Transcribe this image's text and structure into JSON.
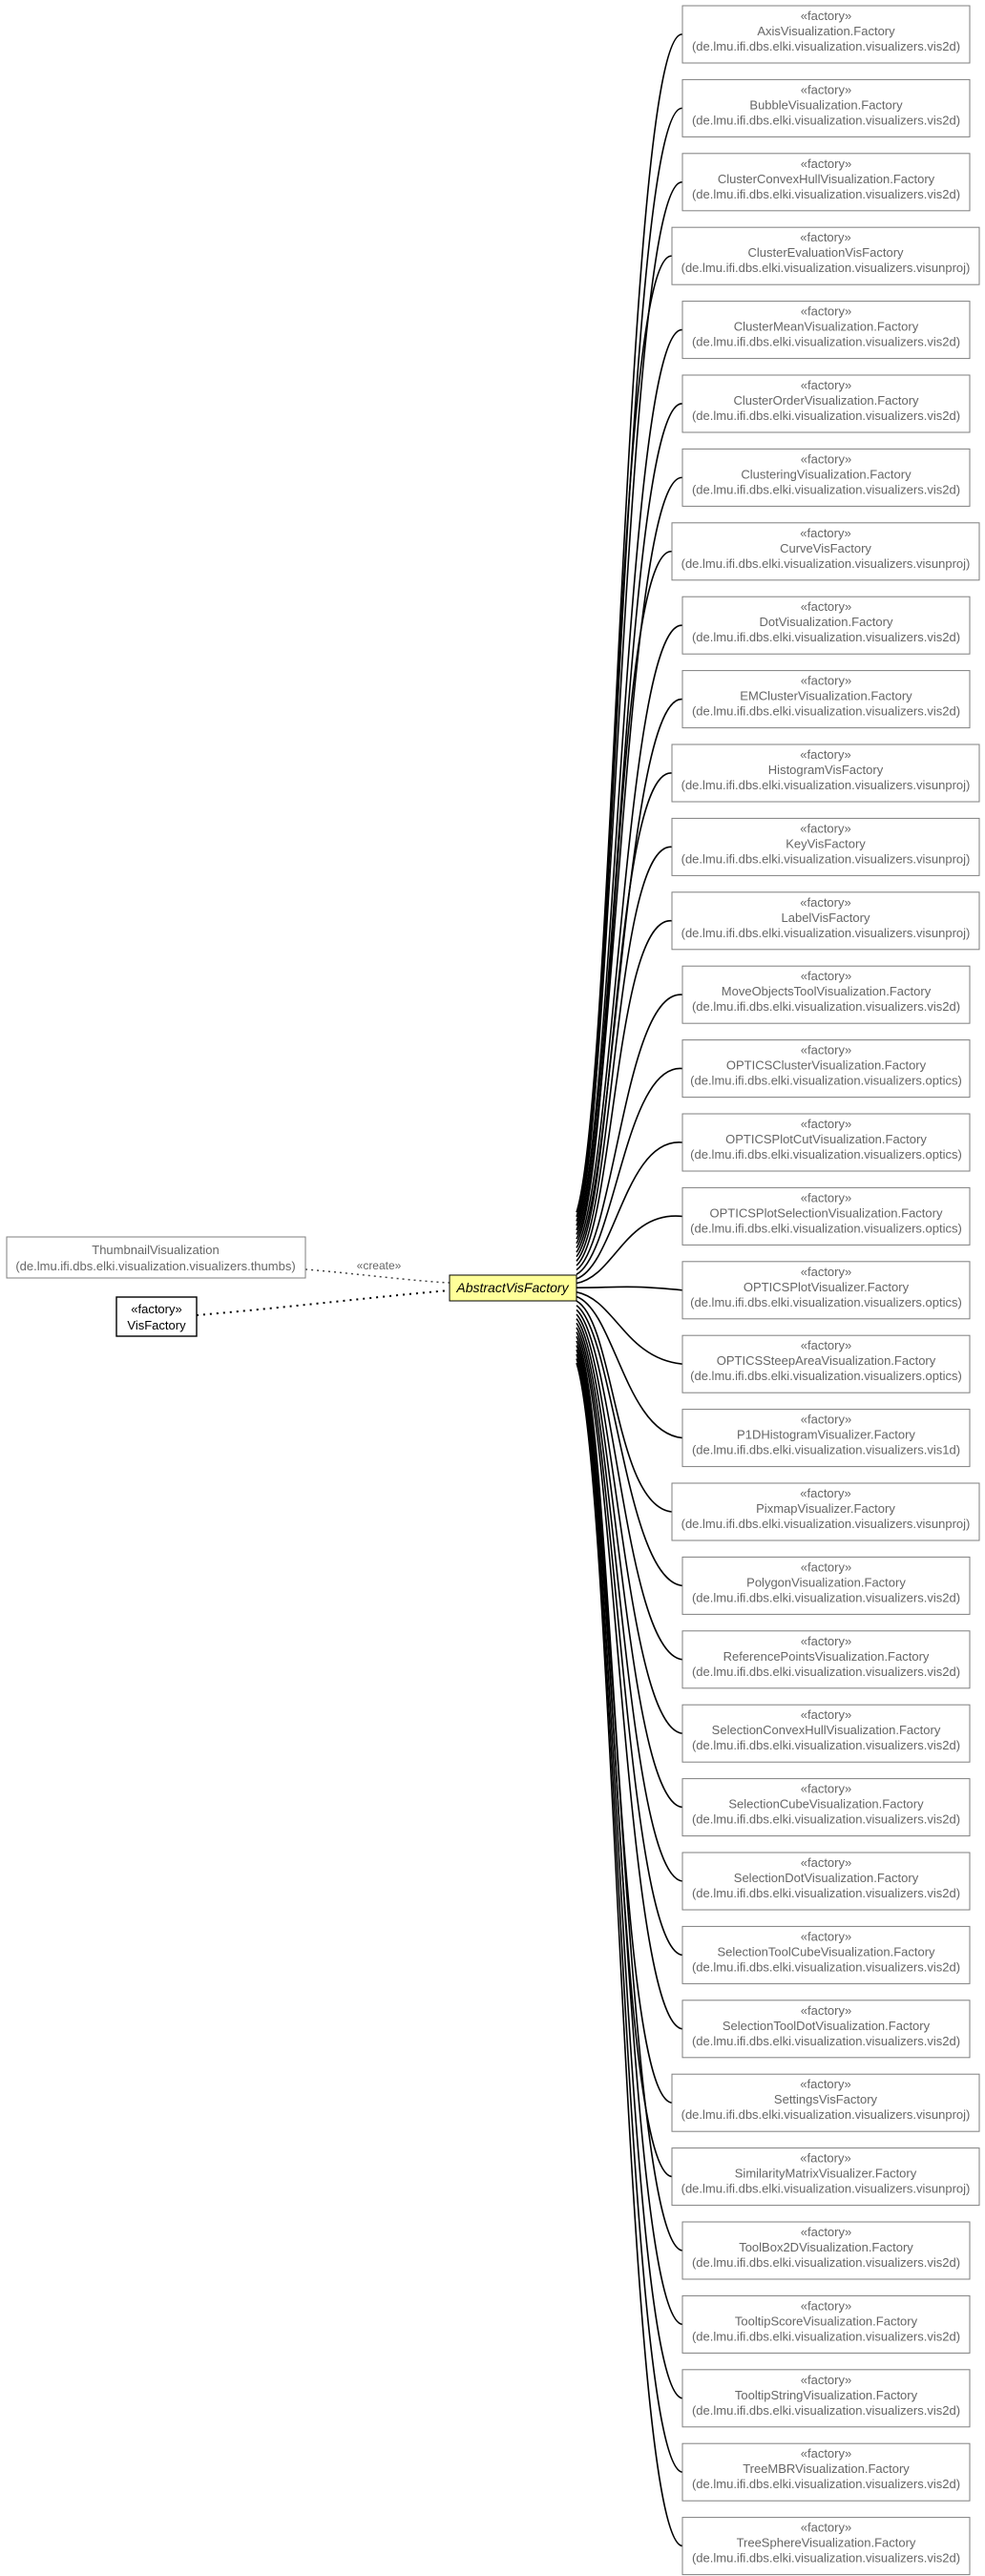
{
  "stereotype": "«factory»",
  "center": {
    "name": "AbstractVisFactory"
  },
  "left_nodes": {
    "thumbnail": {
      "name": "ThumbnailVisualization",
      "package": "(de.lmu.ifi.dbs.elki.visualization.visualizers.thumbs)"
    },
    "visfactory": {
      "stereotype": "«factory»",
      "name": "VisFactory"
    }
  },
  "create_label": "«create»",
  "factories": [
    {
      "name": "AxisVisualization.Factory",
      "package": "(de.lmu.ifi.dbs.elki.visualization.visualizers.vis2d)"
    },
    {
      "name": "BubbleVisualization.Factory",
      "package": "(de.lmu.ifi.dbs.elki.visualization.visualizers.vis2d)"
    },
    {
      "name": "ClusterConvexHullVisualization.Factory",
      "package": "(de.lmu.ifi.dbs.elki.visualization.visualizers.vis2d)"
    },
    {
      "name": "ClusterEvaluationVisFactory",
      "package": "(de.lmu.ifi.dbs.elki.visualization.visualizers.visunproj)"
    },
    {
      "name": "ClusterMeanVisualization.Factory",
      "package": "(de.lmu.ifi.dbs.elki.visualization.visualizers.vis2d)"
    },
    {
      "name": "ClusterOrderVisualization.Factory",
      "package": "(de.lmu.ifi.dbs.elki.visualization.visualizers.vis2d)"
    },
    {
      "name": "ClusteringVisualization.Factory",
      "package": "(de.lmu.ifi.dbs.elki.visualization.visualizers.vis2d)"
    },
    {
      "name": "CurveVisFactory",
      "package": "(de.lmu.ifi.dbs.elki.visualization.visualizers.visunproj)"
    },
    {
      "name": "DotVisualization.Factory",
      "package": "(de.lmu.ifi.dbs.elki.visualization.visualizers.vis2d)"
    },
    {
      "name": "EMClusterVisualization.Factory",
      "package": "(de.lmu.ifi.dbs.elki.visualization.visualizers.vis2d)"
    },
    {
      "name": "HistogramVisFactory",
      "package": "(de.lmu.ifi.dbs.elki.visualization.visualizers.visunproj)"
    },
    {
      "name": "KeyVisFactory",
      "package": "(de.lmu.ifi.dbs.elki.visualization.visualizers.visunproj)"
    },
    {
      "name": "LabelVisFactory",
      "package": "(de.lmu.ifi.dbs.elki.visualization.visualizers.visunproj)"
    },
    {
      "name": "MoveObjectsToolVisualization.Factory",
      "package": "(de.lmu.ifi.dbs.elki.visualization.visualizers.vis2d)"
    },
    {
      "name": "OPTICSClusterVisualization.Factory",
      "package": "(de.lmu.ifi.dbs.elki.visualization.visualizers.optics)"
    },
    {
      "name": "OPTICSPlotCutVisualization.Factory",
      "package": "(de.lmu.ifi.dbs.elki.visualization.visualizers.optics)"
    },
    {
      "name": "OPTICSPlotSelectionVisualization.Factory",
      "package": "(de.lmu.ifi.dbs.elki.visualization.visualizers.optics)"
    },
    {
      "name": "OPTICSPlotVisualizer.Factory",
      "package": "(de.lmu.ifi.dbs.elki.visualization.visualizers.optics)"
    },
    {
      "name": "OPTICSSteepAreaVisualization.Factory",
      "package": "(de.lmu.ifi.dbs.elki.visualization.visualizers.optics)"
    },
    {
      "name": "P1DHistogramVisualizer.Factory",
      "package": "(de.lmu.ifi.dbs.elki.visualization.visualizers.vis1d)"
    },
    {
      "name": "PixmapVisualizer.Factory",
      "package": "(de.lmu.ifi.dbs.elki.visualization.visualizers.visunproj)"
    },
    {
      "name": "PolygonVisualization.Factory",
      "package": "(de.lmu.ifi.dbs.elki.visualization.visualizers.vis2d)"
    },
    {
      "name": "ReferencePointsVisualization.Factory",
      "package": "(de.lmu.ifi.dbs.elki.visualization.visualizers.vis2d)"
    },
    {
      "name": "SelectionConvexHullVisualization.Factory",
      "package": "(de.lmu.ifi.dbs.elki.visualization.visualizers.vis2d)"
    },
    {
      "name": "SelectionCubeVisualization.Factory",
      "package": "(de.lmu.ifi.dbs.elki.visualization.visualizers.vis2d)"
    },
    {
      "name": "SelectionDotVisualization.Factory",
      "package": "(de.lmu.ifi.dbs.elki.visualization.visualizers.vis2d)"
    },
    {
      "name": "SelectionToolCubeVisualization.Factory",
      "package": "(de.lmu.ifi.dbs.elki.visualization.visualizers.vis2d)"
    },
    {
      "name": "SelectionToolDotVisualization.Factory",
      "package": "(de.lmu.ifi.dbs.elki.visualization.visualizers.vis2d)"
    },
    {
      "name": "SettingsVisFactory",
      "package": "(de.lmu.ifi.dbs.elki.visualization.visualizers.visunproj)"
    },
    {
      "name": "SimilarityMatrixVisualizer.Factory",
      "package": "(de.lmu.ifi.dbs.elki.visualization.visualizers.visunproj)"
    },
    {
      "name": "ToolBox2DVisualization.Factory",
      "package": "(de.lmu.ifi.dbs.elki.visualization.visualizers.vis2d)"
    },
    {
      "name": "TooltipScoreVisualization.Factory",
      "package": "(de.lmu.ifi.dbs.elki.visualization.visualizers.vis2d)"
    },
    {
      "name": "TooltipStringVisualization.Factory",
      "package": "(de.lmu.ifi.dbs.elki.visualization.visualizers.vis2d)"
    },
    {
      "name": "TreeMBRVisualization.Factory",
      "package": "(de.lmu.ifi.dbs.elki.visualization.visualizers.vis2d)"
    },
    {
      "name": "TreeSphereVisualization.Factory",
      "package": "(de.lmu.ifi.dbs.elki.visualization.visualizers.vis2d)"
    }
  ]
}
